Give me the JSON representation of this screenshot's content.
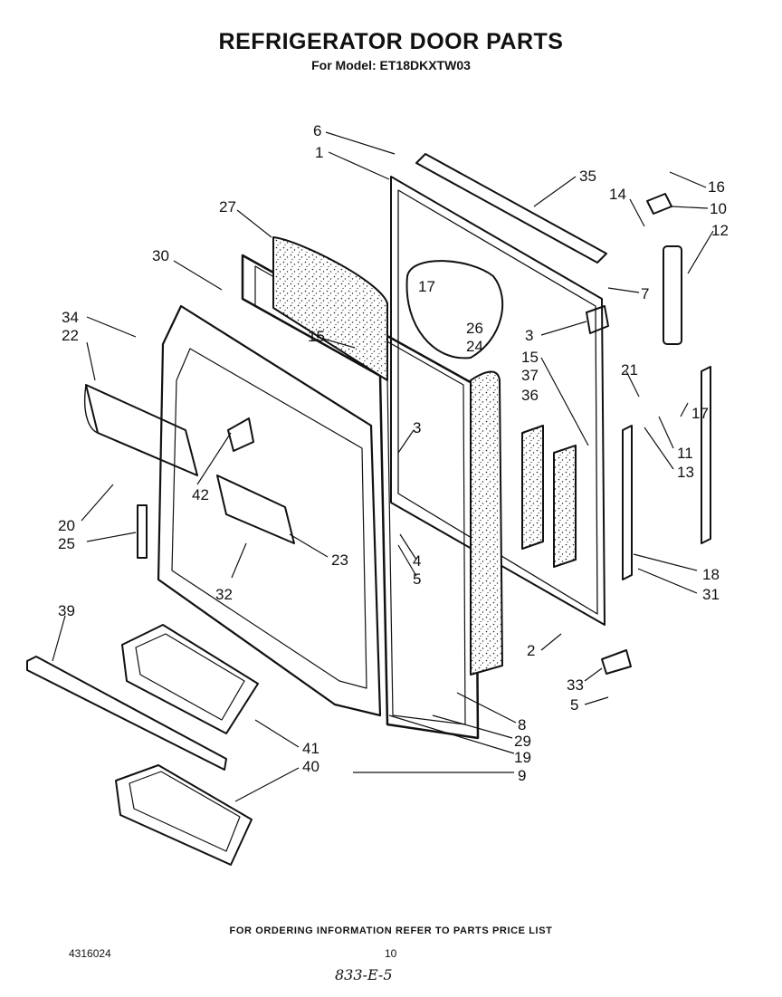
{
  "header": {
    "title": "REFRIGERATOR DOOR PARTS",
    "subtitle": "For Model: ET18DKXTW03"
  },
  "callouts": {
    "c1": "1",
    "c2": "2",
    "c3a": "3",
    "c3b": "3",
    "c4": "4",
    "c5a": "5",
    "c5b": "5",
    "c6": "6",
    "c7": "7",
    "c8": "8",
    "c9": "9",
    "c10": "10",
    "c11": "11",
    "c12": "12",
    "c13": "13",
    "c14": "14",
    "c15a": "15",
    "c15b": "15",
    "c16": "16",
    "c17a": "17",
    "c17b": "17",
    "c18": "18",
    "c19": "19",
    "c20": "20",
    "c21": "21",
    "c22": "22",
    "c23": "23",
    "c24": "24",
    "c25": "25",
    "c26": "26",
    "c27": "27",
    "c29": "29",
    "c30": "30",
    "c31": "31",
    "c32": "32",
    "c33": "33",
    "c34": "34",
    "c35": "35",
    "c36": "36",
    "c37": "37",
    "c39": "39",
    "c40": "40",
    "c41": "41",
    "c42": "42"
  },
  "footer": {
    "ordering_note": "FOR ORDERING INFORMATION REFER TO PARTS PRICE LIST",
    "document_number": "4316024",
    "page_number": "10",
    "handwritten_note": "833-E-5"
  }
}
